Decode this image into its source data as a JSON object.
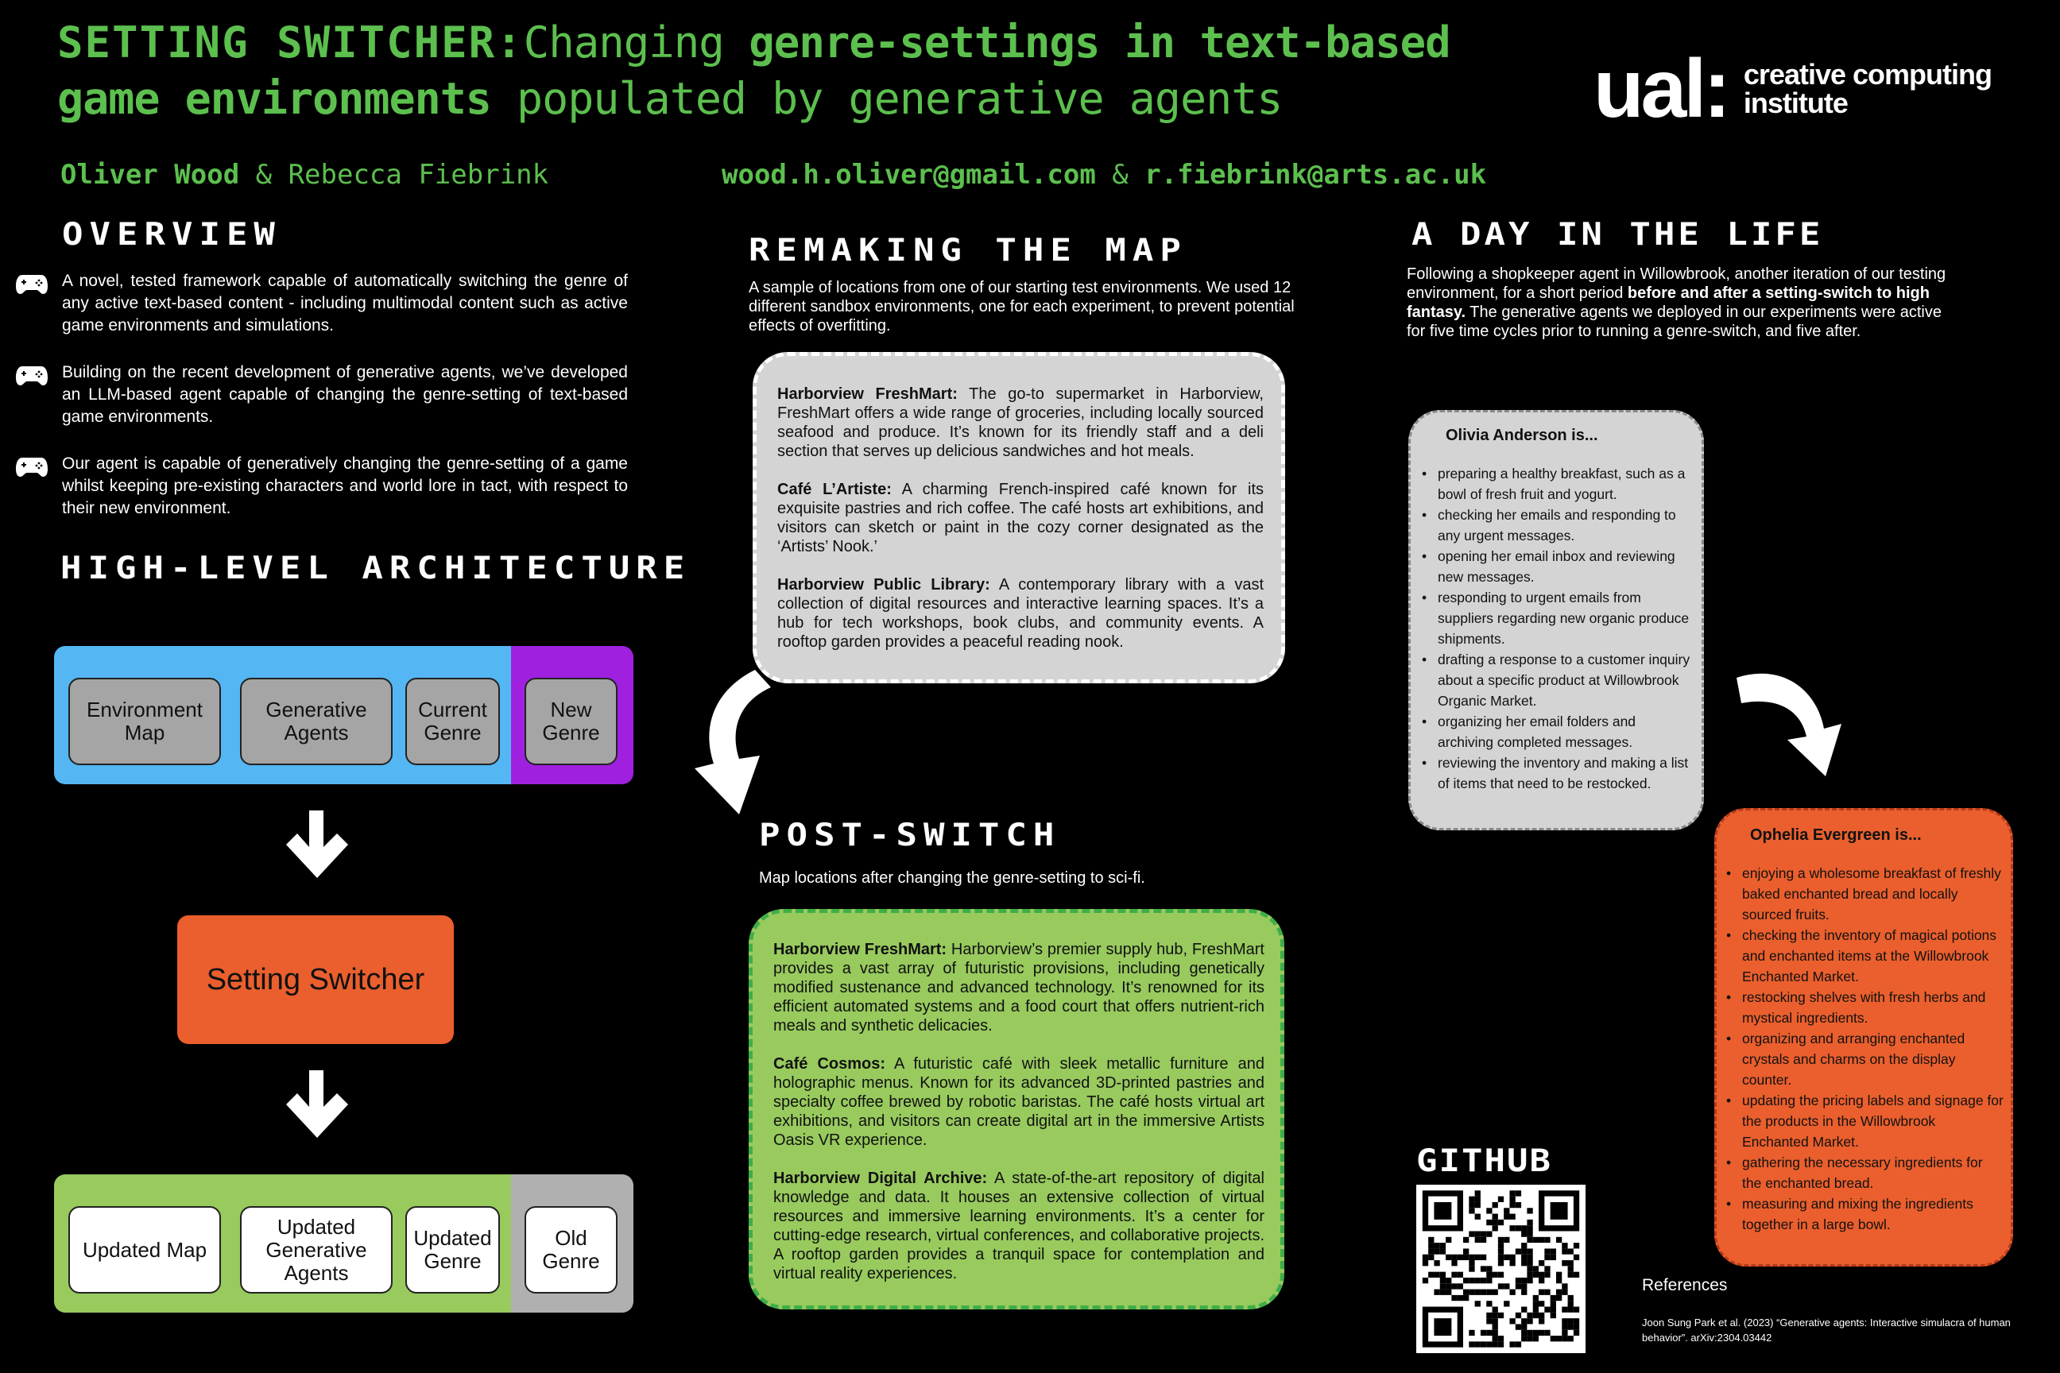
{
  "header": {
    "title_pixel": "SETTING SWITCHER:",
    "title_changing": "Changing ",
    "title_bold1": "genre-settings in text-based",
    "title_bold2": "game environments",
    "title_rest": " populated by generative agents",
    "logo_mark": "ual:",
    "logo_line1": "creative computing",
    "logo_line2": "institute",
    "author1": "Oliver Wood",
    "author_rest": " & Rebecca Fiebrink",
    "email1": "wood.h.oliver@gmail.com",
    "email_amp": " & ",
    "email2": "r.fiebrink@arts.ac.uk"
  },
  "colors": {
    "accent_green": "#5cbf4e",
    "blue": "#54b6f2",
    "purple": "#a020e0",
    "orange": "#ea5f2d",
    "light_green": "#98ca5e",
    "gray": "#d4d4d4"
  },
  "overview": {
    "heading": "OVERVIEW",
    "bullet_icon": "gamepad-icon",
    "items": [
      "A novel, tested framework capable of automatically switching the genre of any active text-based content - including multimodal content such as active game environments and simulations.",
      "Building on the recent development of generative agents, we’ve developed an LLM-based agent capable of changing the genre-setting of text-based game environments.",
      "Our agent is capable of generatively changing the genre-setting of a game whilst keeping pre-existing characters and world lore in tact, with respect to their new environment."
    ]
  },
  "architecture": {
    "heading": "HIGH-LEVEL ARCHITECTURE",
    "inputs": [
      "Environment Map",
      "Generative Agents",
      "Current Genre"
    ],
    "new_genre": "New Genre",
    "switcher": "Setting Switcher",
    "outputs": [
      "Updated Map",
      "Updated Generative Agents",
      "Updated Genre"
    ],
    "old_genre": "Old Genre"
  },
  "remaking": {
    "heading": "REMAKING THE MAP",
    "intro": "A sample of locations from one of our starting test environments. We used 12 different sandbox environments, one for each experiment, to prevent potential effects of overfitting.",
    "locations": [
      {
        "name": "Harborview FreshMart:",
        "text": " The go-to supermarket in Harborview, FreshMart offers a wide range of groceries, including locally sourced seafood and produce. It’s known for its friendly staff and a deli section that serves up delicious sandwiches and hot meals."
      },
      {
        "name": "Café L’Artiste:",
        "text": " A charming French-inspired café known for its exquisite pastries and rich coffee. The café hosts art exhibitions, and visitors can sketch or paint in the cozy corner designated as the ‘Artists’ Nook.’"
      },
      {
        "name": "Harborview Public Library:",
        "text": " A contemporary library with a vast collection of digital resources and interactive learning spaces. It’s a hub for tech workshops, book clubs, and community events. A rooftop garden provides a peaceful reading nook."
      }
    ]
  },
  "post_switch": {
    "heading": "POST-SWITCH",
    "intro": "Map locations after changing the genre-setting to sci-fi.",
    "locations": [
      {
        "name": "Harborview FreshMart:",
        "text": " Harborview’s premier supply hub, FreshMart provides a vast array of futuristic provisions, including genetically modified sustenance and advanced technology. It’s renowned for its efficient automated systems and a food court that offers nutrient-rich meals and synthetic delicacies."
      },
      {
        "name": "Café Cosmos:",
        "text": " A futuristic café with sleek metallic furniture and holographic menus. Known for its advanced 3D-printed pastries and specialty coffee brewed by robotic baristas. The café hosts virtual art exhibitions, and visitors can create digital art in the immersive Artists Oasis VR experience."
      },
      {
        "name": "Harborview Digital Archive:",
        "text": " A state-of-the-art repository of digital knowledge and data. It houses an extensive collection of virtual resources and immersive learning environments. It’s a center for cutting-edge research, virtual conferences, and collaborative projects. A rooftop garden provides a tranquil space for contemplation and virtual reality experiences."
      }
    ]
  },
  "day": {
    "heading": "A DAY IN THE LIFE",
    "intro_a": "Following a shopkeeper agent in Willowbrook, another iteration of our testing environment, for a short period ",
    "intro_bold": "before and after a setting-switch to high fantasy.",
    "intro_b": " The generative agents we deployed in our experiments were active for five  time cycles prior to running a genre-switch, and five after.",
    "before": {
      "title": "Olivia Anderson is...",
      "items": [
        "preparing a healthy breakfast, such as a bowl of fresh fruit and yogurt.",
        "checking her emails and responding to any urgent messages.",
        "opening her email inbox and reviewing new messages.",
        "responding to urgent emails from suppliers regarding new organic produce shipments.",
        "drafting a response to a customer inquiry about a specific product at Willowbrook Organic Market.",
        "organizing her email folders and archiving completed messages.",
        "reviewing the inventory and making a list of items that need to be restocked."
      ]
    },
    "after": {
      "title": "Ophelia Evergreen is...",
      "items": [
        "enjoying a wholesome breakfast of freshly baked enchanted bread and locally sourced fruits.",
        "checking the inventory of magical potions and enchanted items at the Willowbrook Enchanted Market.",
        "restocking shelves with fresh herbs and mystical ingredients.",
        "organizing and arranging enchanted crystals and charms on the display counter.",
        "updating the pricing labels and signage for the products in the Willowbrook Enchanted Market.",
        "gathering the necessary ingredients for the enchanted bread.",
        "measuring and mixing the ingredients together in a large bowl."
      ]
    }
  },
  "github": {
    "heading": "GITHUB"
  },
  "references": {
    "heading": "References",
    "items": [
      "Joon Sung Park et al. (2023) “Generative agents: Interactive simulacra of human behavior”. arXiv:2304.03442"
    ]
  }
}
